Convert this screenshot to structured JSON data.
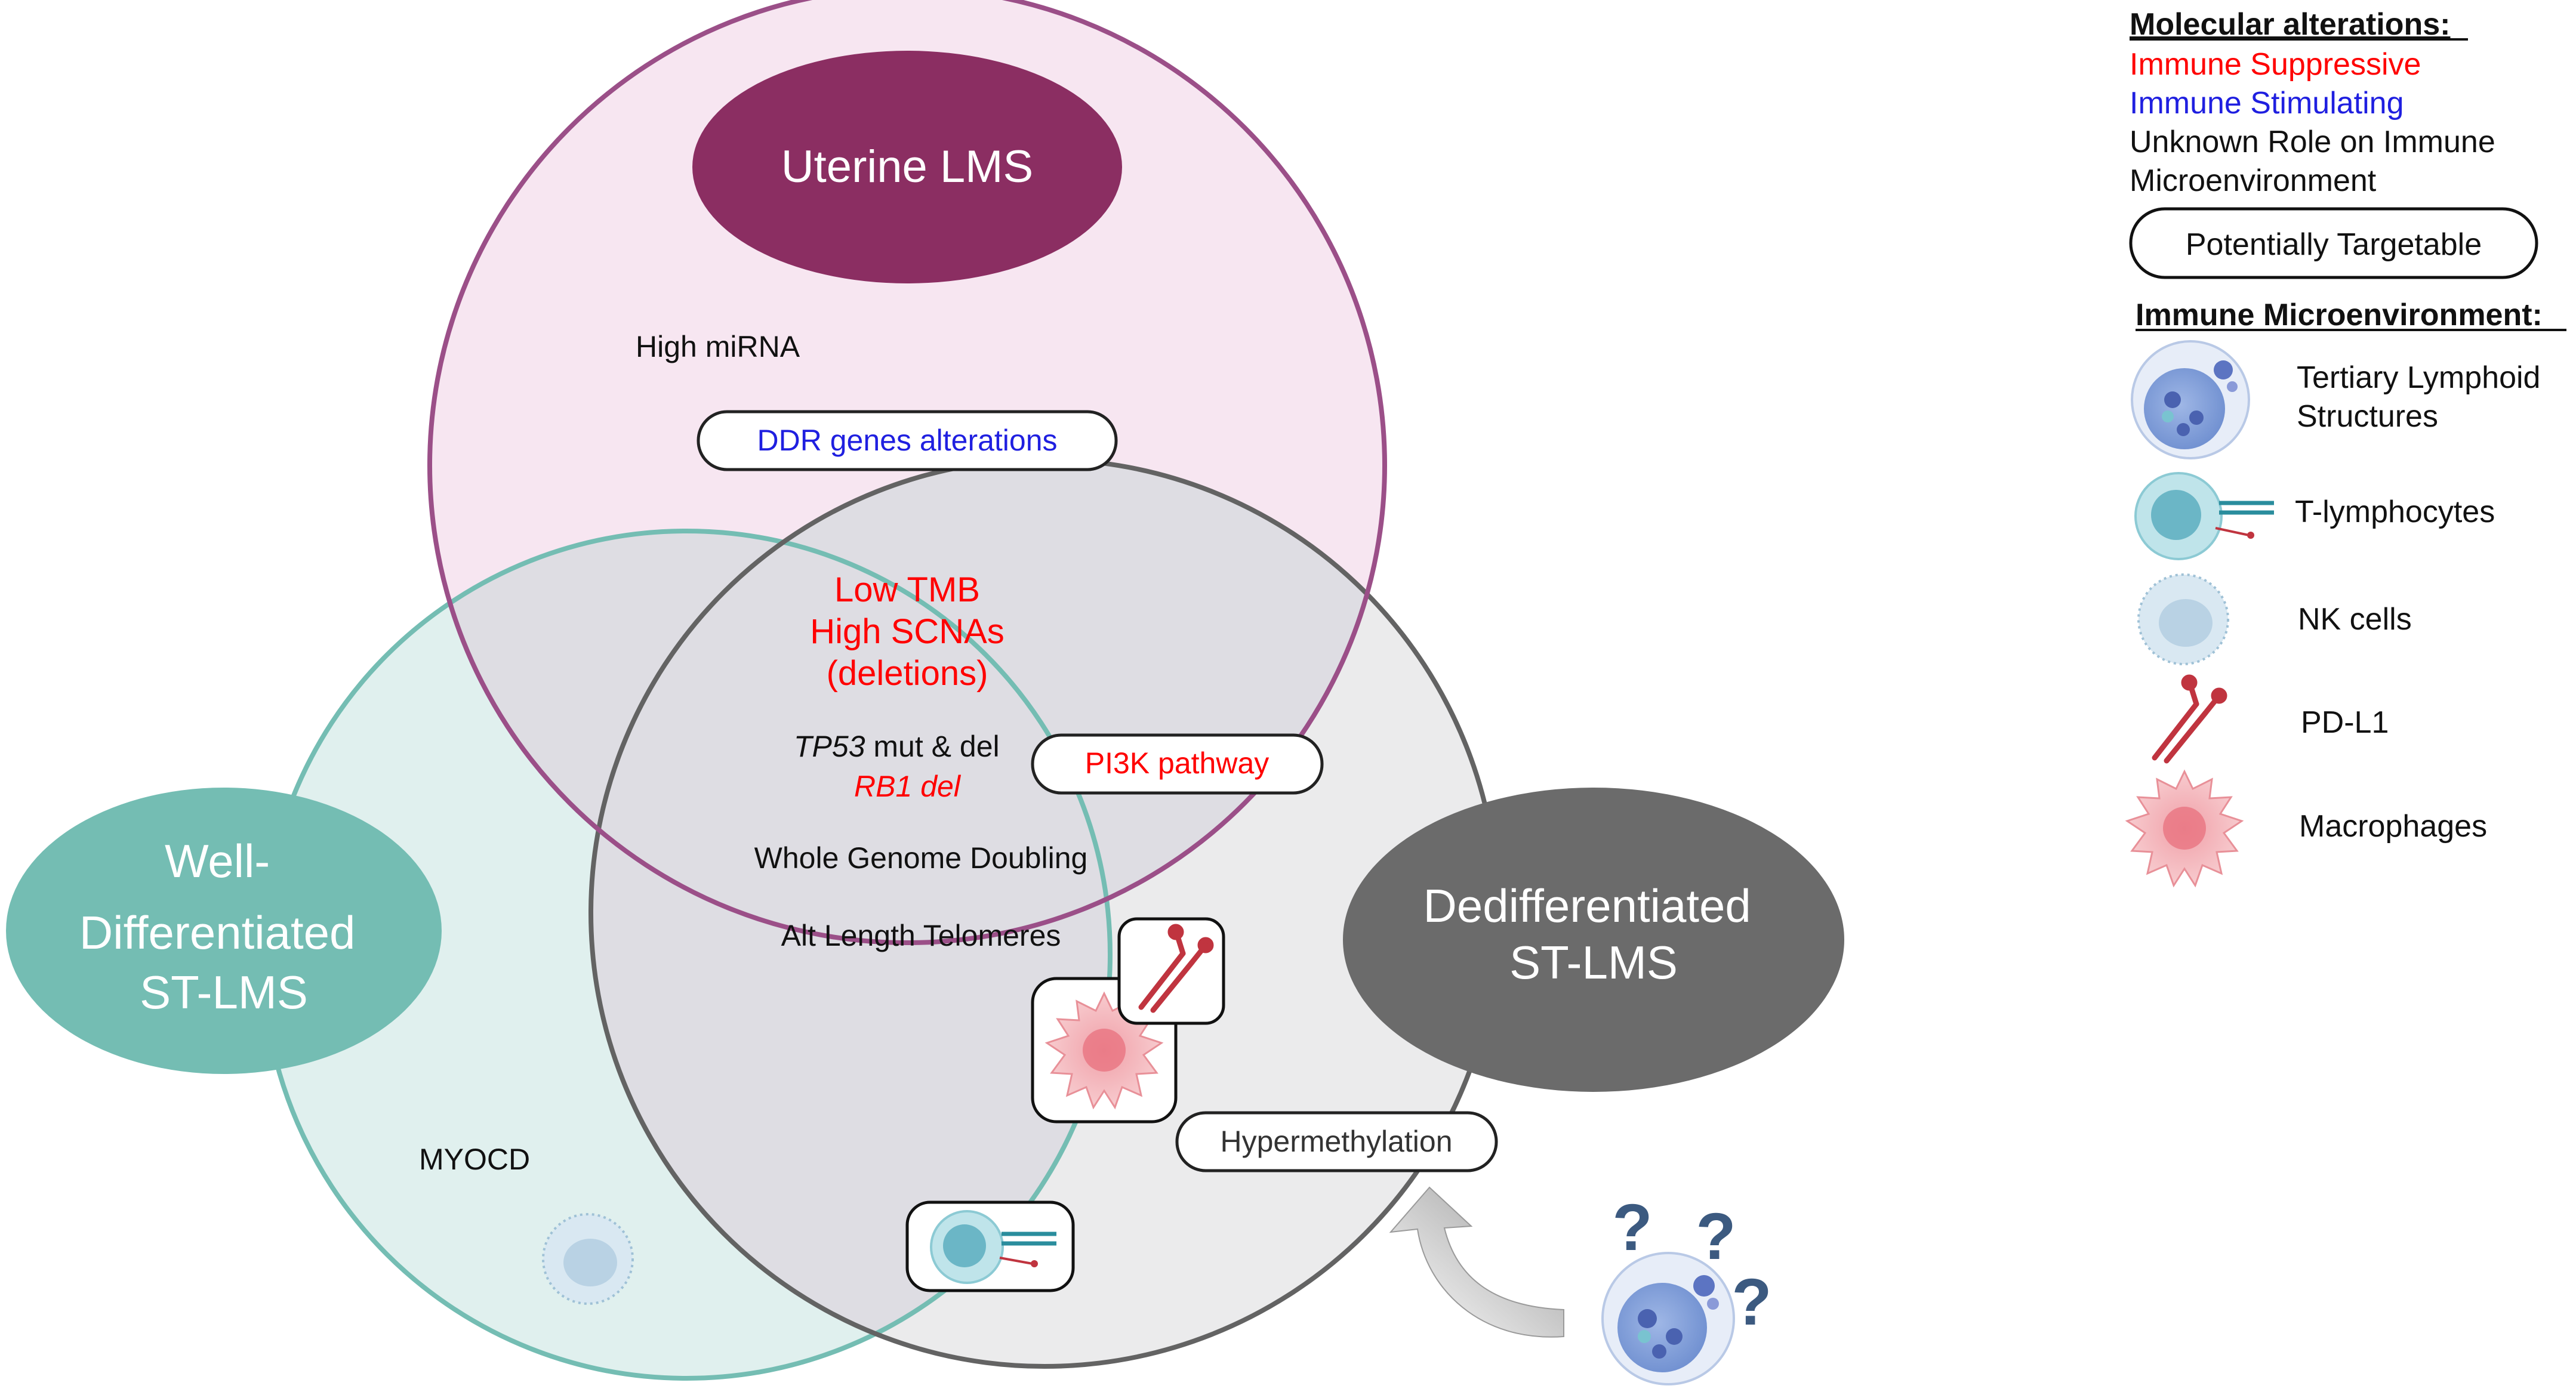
{
  "venn": {
    "uterine": {
      "label": "Uterine LMS",
      "header_color": "#8B2E62",
      "ring_color": "#9B4F88",
      "fill_color": "#F7E6F1"
    },
    "well_diff": {
      "label_lines": [
        "Well-",
        "Differentiated",
        "ST-LMS"
      ],
      "header_color": "#74BDB3",
      "ring_color": "#74BDB3",
      "fill_color": "#E0F0EE"
    },
    "dediff": {
      "label_lines": [
        "Dedifferentiated",
        "ST-LMS"
      ],
      "header_color": "#6B6B6B",
      "ring_color": "#636363",
      "fill_color": "#EBEBEC"
    },
    "overlap_color": "#DEDDE3"
  },
  "alterations": {
    "high_mirna": "High miRNA",
    "ddr": "DDR genes alterations",
    "low_tmb": "Low TMB",
    "high_scnas": "High SCNAs",
    "deletions": "(deletions)",
    "tp53_gene": "TP53",
    "tp53_rest": " mut & del",
    "rb1": "RB1 del",
    "pi3k": "PI3K pathway",
    "wgd": "Whole Genome Doubling",
    "alt_telomeres": "Alt Length Telomeres",
    "myocd": "MYOCD",
    "hypermethylation": "Hypermethylation"
  },
  "unknown_marks": [
    "?",
    "?",
    "?"
  ],
  "legend": {
    "molecular_title": "Molecular alterations:",
    "suppressive": "Immune Suppressive",
    "stimulating": "Immune Stimulating",
    "unknown_line1": "Unknown Role on Immune",
    "unknown_line2": "Microenvironment",
    "targetable": "Potentially Targetable",
    "immune_title": "Immune Microenvironment:",
    "tls_line1": "Tertiary Lymphoid",
    "tls_line2": "Structures",
    "tcell": "T-lymphocytes",
    "nk": "NK cells",
    "pdl1": "PD-L1",
    "macro": "Macrophages"
  },
  "colors": {
    "suppressive": "#FF0000",
    "stimulating": "#1F1FE0",
    "neutral": "#111111"
  }
}
